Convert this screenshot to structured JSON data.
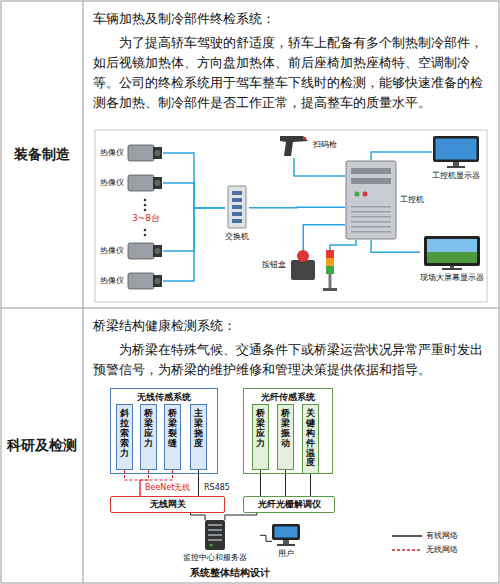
{
  "diagram": {
    "caption": "系统整体结构设计",
    "nodes": [
      {
        "text": [
          "装备制造"
        ]
      },
      {
        "text": [
          "车辆加热及制冷部件终检系统：",
          "为了提高轿车驾驶的舒适度，轿车上配备有多个制热制冷部件，如后视镜加热体、方向盘加热体、前后座椅加热座椅特、空调制冷等。公司的终检系统用于驾车整车下线时的检测，能够快速准备的检测各加热、制冷部件是否工作正常，提高整车的质量水平。"
        ]
      },
      {
        "text": [
          "热像仪"
        ],
        "in": 1
      },
      {
        "text": [
          "热像仪"
        ],
        "in": 1
      },
      {
        "text": [
          "热像仪"
        ],
        "in": 1
      },
      {
        "text": [
          "热像仪"
        ],
        "in": 1
      },
      {
        "text": [
          "交换机"
        ],
        "in": 1
      },
      {
        "text": [
          "扫码枪"
        ],
        "in": 1
      },
      {
        "text": [
          "工控机"
        ],
        "in": 1
      },
      {
        "text": [
          "工控机显示器"
        ],
        "in": 1
      },
      {
        "text": [
          "按钮盒"
        ],
        "in": 1
      },
      {
        "text": [
          "现场大屏幕显示器"
        ],
        "in": 1
      },
      {
        "text": [
          "科研及检测"
        ]
      },
      {
        "text": [
          "桥梁结构健康检测系统：",
          "为桥梁在特殊气候、交通条件下或桥梁运营状况异常严重时发出预警信号，为桥梁的维护维修和管理决策提供依据和指导。"
        ]
      },
      {
        "text": [
          "无线传感系统"
        ],
        "in": 13
      },
      {
        "text": [
          "斜拉索索力"
        ],
        "in": 14
      },
      {
        "text": [
          "桥梁应力"
        ],
        "in": 14
      },
      {
        "text": [
          "桥梁裂缝"
        ],
        "in": 14
      },
      {
        "text": [
          "主梁挠度"
        ],
        "in": 14
      },
      {
        "text": [
          "光纤传感系统"
        ],
        "in": 13
      },
      {
        "text": [
          "桥梁应力"
        ],
        "in": 19
      },
      {
        "text": [
          "桥梁振动"
        ],
        "in": 19
      },
      {
        "text": [
          "关键构件温度"
        ],
        "in": 19
      },
      {
        "text": [
          "无线网关"
        ],
        "in": 13
      },
      {
        "text": [
          "光纤光栅解调仪"
        ],
        "in": 13
      },
      {
        "text": [
          "监控中心和服务器"
        ],
        "in": 13
      },
      {
        "text": [
          "用户"
        ],
        "in": 13
      }
    ],
    "edges": [
      {
        "from": 2,
        "to": 6,
        "arrow": "none"
      },
      {
        "from": 3,
        "to": 6,
        "arrow": "none"
      },
      {
        "from": 4,
        "to": 6,
        "arrow": "none"
      },
      {
        "from": 5,
        "to": 6,
        "arrow": "none"
      },
      {
        "from": 6,
        "to": 8,
        "arrow": "none"
      },
      {
        "from": 7,
        "to": 8,
        "arrow": "none"
      },
      {
        "from": 10,
        "to": 8,
        "arrow": "none"
      },
      {
        "from": 8,
        "to": 9,
        "arrow": "none"
      },
      {
        "from": 8,
        "to": 11,
        "arrow": "none"
      },
      {
        "from": 15,
        "to": 23,
        "arrow": "none"
      },
      {
        "from": 16,
        "to": 23,
        "arrow": "none"
      },
      {
        "from": 17,
        "to": 23,
        "arrow": "none"
      },
      {
        "from": 18,
        "to": 23,
        "arrow": "none"
      },
      {
        "from": 20,
        "to": 24,
        "arrow": "none"
      },
      {
        "from": 21,
        "to": 24,
        "arrow": "none"
      },
      {
        "from": 22,
        "to": 24,
        "arrow": "none"
      },
      {
        "from": 23,
        "to": 25,
        "arrow": "none"
      },
      {
        "from": 24,
        "to": 25,
        "arrow": "none"
      },
      {
        "from": 25,
        "to": 26,
        "arrow": "none"
      }
    ],
    "labels": [
      "3~8台",
      "BeeNet无线",
      "RS485"
    ],
    "legend": [
      {
        "text": "有线网络"
      },
      {
        "text": "无线网络"
      }
    ]
  }
}
